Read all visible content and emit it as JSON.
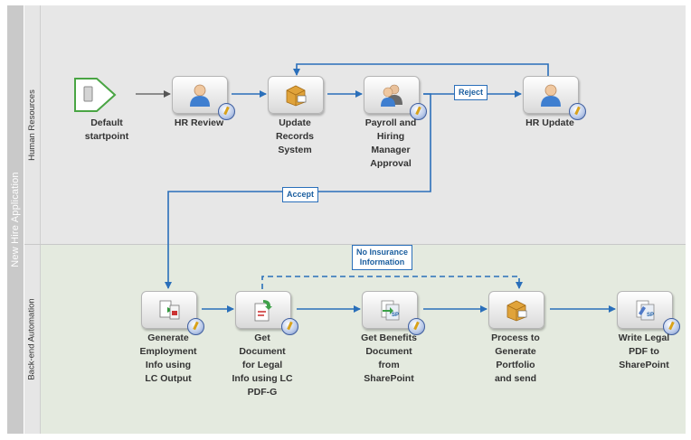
{
  "pool": {
    "title": "New Hire Application"
  },
  "lanes": [
    {
      "id": "hr",
      "title": "Human Resources"
    },
    {
      "id": "backend",
      "title": "Back-end Automation"
    }
  ],
  "nodes": {
    "start": {
      "label": "Default\nstartpoint",
      "icon": "start-arrow-icon"
    },
    "hr_review": {
      "label": "HR Review",
      "icon": "user-icon"
    },
    "update_records": {
      "label": "Update\nRecords\nSystem",
      "icon": "package-icon"
    },
    "payroll": {
      "label": "Payroll and\nHiring\nManager\nApproval",
      "icon": "group-users-icon"
    },
    "hr_update": {
      "label": "HR Update",
      "icon": "user-icon"
    },
    "gen_employment": {
      "label": "Generate\nEmployment\nInfo using\nLC Output",
      "icon": "document-output-icon"
    },
    "get_document": {
      "label": "Get\nDocument\nfor Legal\nInfo using LC\nPDF-G",
      "icon": "pdf-convert-icon"
    },
    "get_benefits": {
      "label": "Get Benefits\nDocument\nfrom\nSharePoint",
      "icon": "sharepoint-icon"
    },
    "process_portfolio": {
      "label": "Process to\nGenerate\nPortfolio\nand send",
      "icon": "package-icon"
    },
    "write_legal": {
      "label": "Write Legal\nPDF to\nSharePoint",
      "icon": "sharepoint-write-icon"
    }
  },
  "conditions": {
    "reject": "Reject",
    "accept": "Accept",
    "no_insurance": "No Insurance\nInformation"
  },
  "colors": {
    "connector": "#2a6fba",
    "start_connector": "#555555",
    "start_green": "#4aa544",
    "hr_lane_bg": "#e7e7e7",
    "backend_lane_bg": "#e4eadf",
    "pool_band": "#c9c9c9"
  }
}
